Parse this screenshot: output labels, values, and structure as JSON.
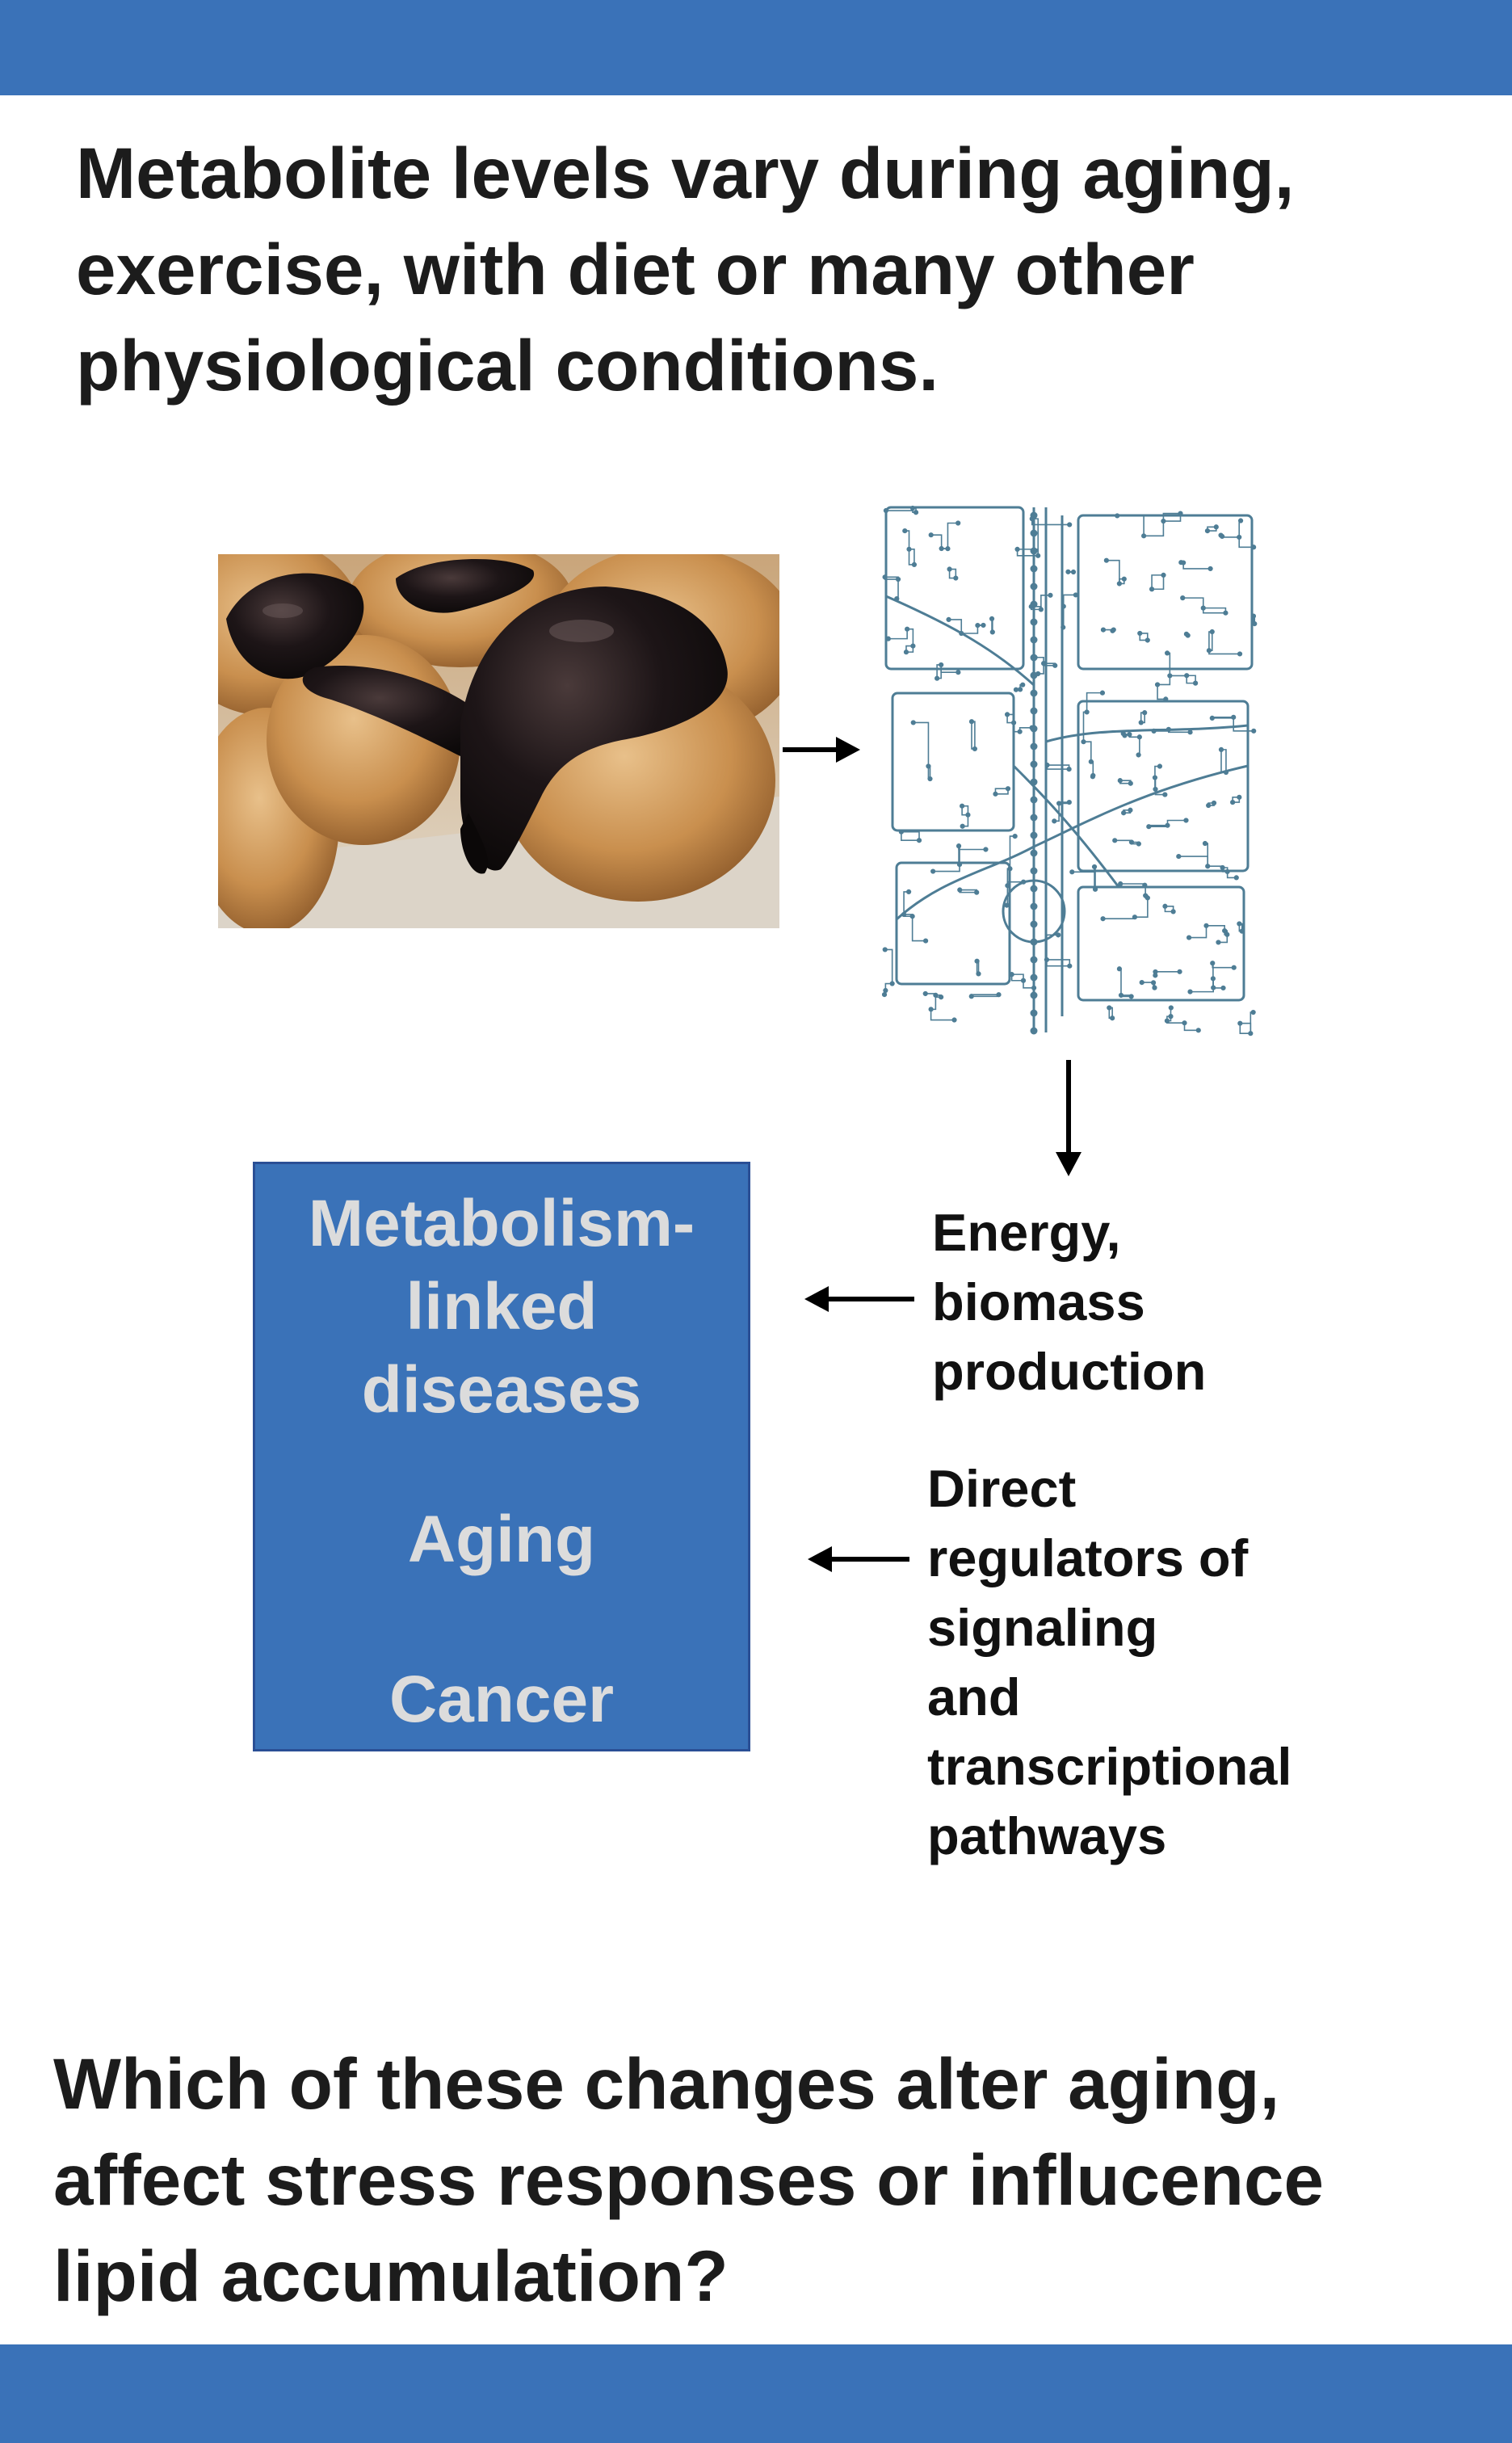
{
  "colors": {
    "banner": "#3a72b8",
    "disease_box": "#3a72b8",
    "disease_text": "#dcdcdc",
    "heading_text": "#1c1c1c",
    "network_lines": "#4e7d95"
  },
  "header": {
    "lines": [
      "Metabolite levels vary during aging,",
      "exercise, with diet or many other",
      "physiological conditions."
    ]
  },
  "images": {
    "photo_icon": "pastry-photo",
    "network_icon": "metabolic-network-map"
  },
  "disease_box": {
    "title_lines": [
      "Metabolism-",
      "linked",
      "diseases"
    ],
    "aging": "Aging",
    "cancer": "Cancer"
  },
  "notes": {
    "energy_lines": [
      "Energy,",
      "biomass",
      "production"
    ],
    "regulators_lines": [
      "Direct",
      "regulators of",
      "signaling",
      "and",
      "transcriptional",
      "pathways"
    ]
  },
  "footer": {
    "lines": [
      "Which of these changes alter aging,",
      "affect stress responses or influcence",
      "lipid accumulation?"
    ]
  }
}
